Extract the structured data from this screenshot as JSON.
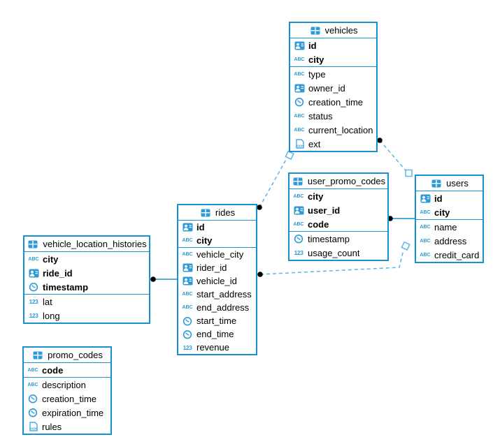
{
  "diagram": {
    "kind": "entity-relationship-diagram",
    "accent_color": "#1791d1",
    "dashed_line_color": "#5ab5e8",
    "endpoint_dot_color": "#000000",
    "background_color": "#ffffff"
  },
  "tables": {
    "vehicles": {
      "title": "vehicles",
      "pk": [
        {
          "name": "id",
          "type": "id"
        },
        {
          "name": "city",
          "type": "text"
        }
      ],
      "cols": [
        {
          "name": "type",
          "type": "text"
        },
        {
          "name": "owner_id",
          "type": "id"
        },
        {
          "name": "creation_time",
          "type": "time"
        },
        {
          "name": "status",
          "type": "text"
        },
        {
          "name": "current_location",
          "type": "text"
        },
        {
          "name": "ext",
          "type": "json"
        }
      ]
    },
    "user_promo_codes": {
      "title": "user_promo_codes",
      "pk": [
        {
          "name": "city",
          "type": "text"
        },
        {
          "name": "user_id",
          "type": "id"
        },
        {
          "name": "code",
          "type": "text"
        }
      ],
      "cols": [
        {
          "name": "timestamp",
          "type": "time"
        },
        {
          "name": "usage_count",
          "type": "number"
        }
      ]
    },
    "users": {
      "title": "users",
      "pk": [
        {
          "name": "id",
          "type": "id"
        },
        {
          "name": "city",
          "type": "text"
        }
      ],
      "cols": [
        {
          "name": "name",
          "type": "text"
        },
        {
          "name": "address",
          "type": "text"
        },
        {
          "name": "credit_card",
          "type": "text"
        }
      ]
    },
    "rides": {
      "title": "rides",
      "pk": [
        {
          "name": "id",
          "type": "id"
        },
        {
          "name": "city",
          "type": "text"
        }
      ],
      "cols": [
        {
          "name": "vehicle_city",
          "type": "text"
        },
        {
          "name": "rider_id",
          "type": "id"
        },
        {
          "name": "vehicle_id",
          "type": "id"
        },
        {
          "name": "start_address",
          "type": "text"
        },
        {
          "name": "end_address",
          "type": "text"
        },
        {
          "name": "start_time",
          "type": "time"
        },
        {
          "name": "end_time",
          "type": "time"
        },
        {
          "name": "revenue",
          "type": "number"
        }
      ]
    },
    "vehicle_location_histories": {
      "title": "vehicle_location_histories",
      "pk": [
        {
          "name": "city",
          "type": "text"
        },
        {
          "name": "ride_id",
          "type": "id"
        },
        {
          "name": "timestamp",
          "type": "time"
        }
      ],
      "cols": [
        {
          "name": "lat",
          "type": "number"
        },
        {
          "name": "long",
          "type": "number"
        }
      ]
    },
    "promo_codes": {
      "title": "promo_codes",
      "pk": [
        {
          "name": "code",
          "type": "text"
        }
      ],
      "cols": [
        {
          "name": "description",
          "type": "text"
        },
        {
          "name": "creation_time",
          "type": "time"
        },
        {
          "name": "expiration_time",
          "type": "time"
        },
        {
          "name": "rules",
          "type": "json"
        }
      ]
    }
  },
  "relationships": [
    {
      "from": "vehicle_location_histories",
      "to": "rides",
      "line": "solid"
    },
    {
      "from": "user_promo_codes",
      "to": "users",
      "line": "solid"
    },
    {
      "from": "rides",
      "to": "vehicles",
      "line": "dashed"
    },
    {
      "from": "vehicles",
      "to": "users",
      "line": "dashed"
    },
    {
      "from": "rides",
      "to": "users",
      "line": "dashed"
    }
  ]
}
